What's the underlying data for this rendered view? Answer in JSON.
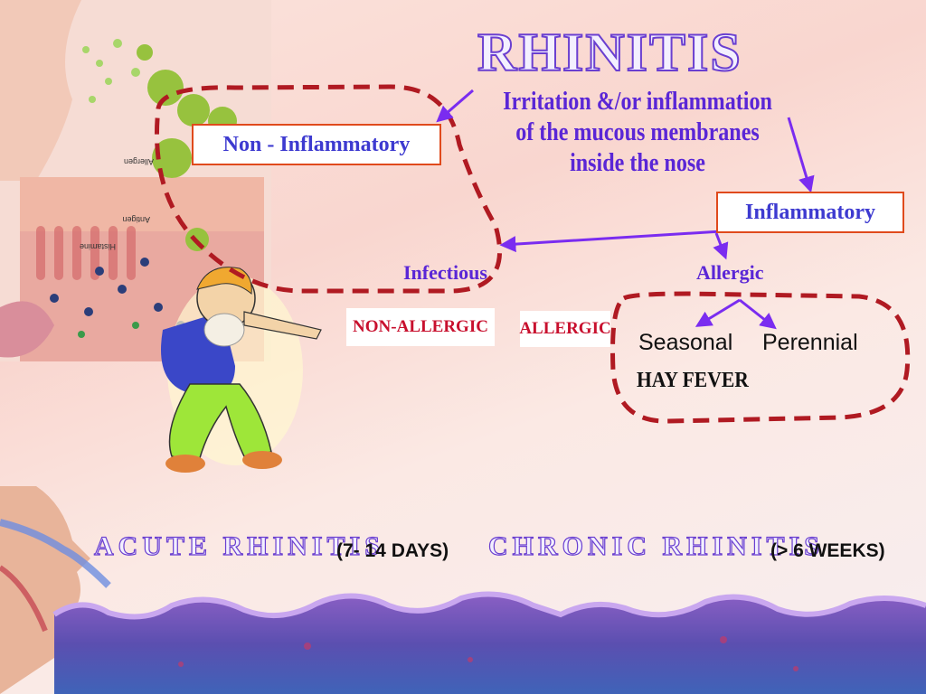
{
  "title": "RHINITIS",
  "definition": "Irritation &/or inflammation\nof the mucous membranes\ninside the nose",
  "boxes": {
    "non_inflammatory": "Non - Inflammatory",
    "inflammatory": "Inflammatory"
  },
  "labels": {
    "infectious": "Infectious",
    "allergic": "Allergic",
    "non_allergic_tag": "NON-ALLERGIC",
    "allergic_tag": "ALLERGIC",
    "seasonal": "Seasonal",
    "perennial": "Perennial",
    "hay_fever": "HAY FEVER"
  },
  "anatomy_labels": {
    "allergen": "Allergen",
    "antigen": "Antigen",
    "histamine": "Histamine"
  },
  "footer": {
    "acute_title": "ACUTE RHINITIS",
    "acute_duration": "(7- 14 DAYS)",
    "chronic_title": "CHRONIC RHINITIS",
    "chronic_duration": "(> 6 WEEKS)"
  },
  "colors": {
    "arrow": "#7a2cf0",
    "dashed_outline": "#b01a22",
    "box_border": "#e04a1c",
    "title_stroke": "#6a3fd0"
  }
}
